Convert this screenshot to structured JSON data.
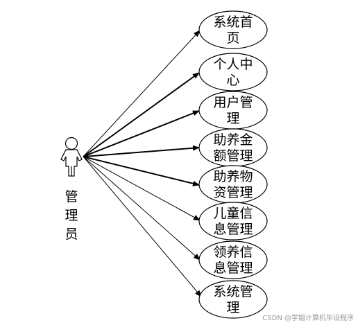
{
  "actor": {
    "label_lines": [
      "管",
      "理",
      "员"
    ]
  },
  "use_cases": [
    {
      "lines": [
        "系统首",
        "页"
      ]
    },
    {
      "lines": [
        "个人中",
        "心"
      ]
    },
    {
      "lines": [
        "用户管",
        "理"
      ]
    },
    {
      "lines": [
        "助养金",
        "额管理"
      ]
    },
    {
      "lines": [
        "助养物",
        "资管理"
      ]
    },
    {
      "lines": [
        "儿童信",
        "息管理"
      ]
    },
    {
      "lines": [
        "领养信",
        "息管理"
      ]
    },
    {
      "lines": [
        "系统管",
        "理"
      ]
    }
  ],
  "watermark": "CSDN @学姐计算机毕设程序",
  "colors": {
    "stroke": "#000000",
    "ellipse_fill": "#ffffff",
    "watermark": "#999999"
  }
}
